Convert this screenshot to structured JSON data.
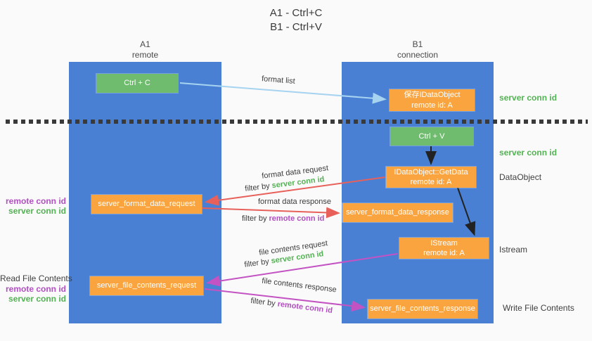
{
  "title": {
    "line1": "A1 - Ctrl+C",
    "line2": "B1 - Ctrl+V"
  },
  "lifelines": {
    "left": {
      "title": "A1",
      "subtitle": "remote"
    },
    "right": {
      "title": "B1",
      "subtitle": "connection"
    }
  },
  "boxes": {
    "ctrl_c": {
      "label": "Ctrl + C"
    },
    "save_idataobject": {
      "line1": "保存IDataObject",
      "line2": "remote id: A"
    },
    "ctrl_v": {
      "label": "Ctrl + V"
    },
    "getdata": {
      "line1": "IDataObject::GetData",
      "line2": "remote id: A"
    },
    "format_request": {
      "label": "server_format_data_request"
    },
    "format_response": {
      "label": "server_format_data_response"
    },
    "istream": {
      "line1": "IStream",
      "line2": "remote id: A"
    },
    "file_request": {
      "label": "server_file_contents_request"
    },
    "file_response": {
      "label": "server_file_contents_response"
    }
  },
  "arrows": {
    "format_list": {
      "label": "format list"
    },
    "format_data_request": {
      "label": "format data request",
      "filter_prefix": "filter by",
      "filter_value": "server conn id"
    },
    "format_data_response": {
      "label": "format data response",
      "filter_prefix": "filter by",
      "filter_value": "remote conn id"
    },
    "file_contents_request": {
      "label": "file contents request",
      "filter_prefix": "filter by",
      "filter_value": "server conn id"
    },
    "file_contents_response": {
      "label": "file contents response",
      "filter_prefix": "filter by",
      "filter_value": "remote conn id"
    }
  },
  "annotations": {
    "server_conn_id_top": "server conn id",
    "server_conn_id_mid": "server conn id",
    "dataobject": "DataObject",
    "istream": "Istream",
    "write_file_contents": "Write File Contents",
    "read_file_contents": "Read File Contents",
    "pair_format": {
      "remote": "remote conn id",
      "server": "server conn id"
    },
    "pair_file": {
      "remote": "remote conn id",
      "server": "server conn id"
    }
  },
  "colors": {
    "lifeline_blue": "#4a80d4",
    "action_green": "#6fbc6f",
    "message_orange": "#f9a43e",
    "green_text": "#53b253",
    "purple_text": "#b24fc2",
    "red_arrow": "#e8605a",
    "magenta_arrow": "#c353c3",
    "light_blue_arrow": "#a6d3f0",
    "black_arrow": "#222222",
    "background": "#fafafa"
  }
}
